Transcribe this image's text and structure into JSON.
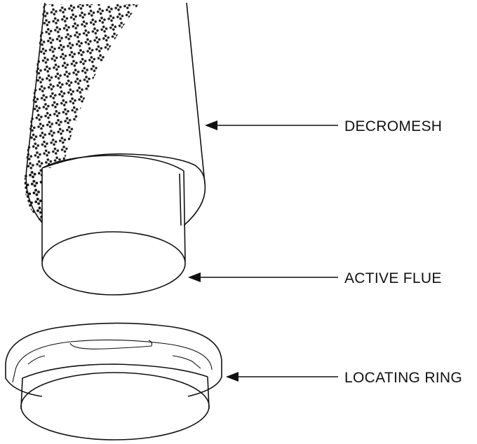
{
  "labels": {
    "decromesh": "DECROMESH",
    "active_flue": "ACTIVE FLUE",
    "locating_ring": "LOCATING RING"
  },
  "colors": {
    "line": "#111111",
    "background": "#ffffff"
  },
  "parts": [
    "decromesh",
    "active-flue",
    "locating-ring"
  ]
}
